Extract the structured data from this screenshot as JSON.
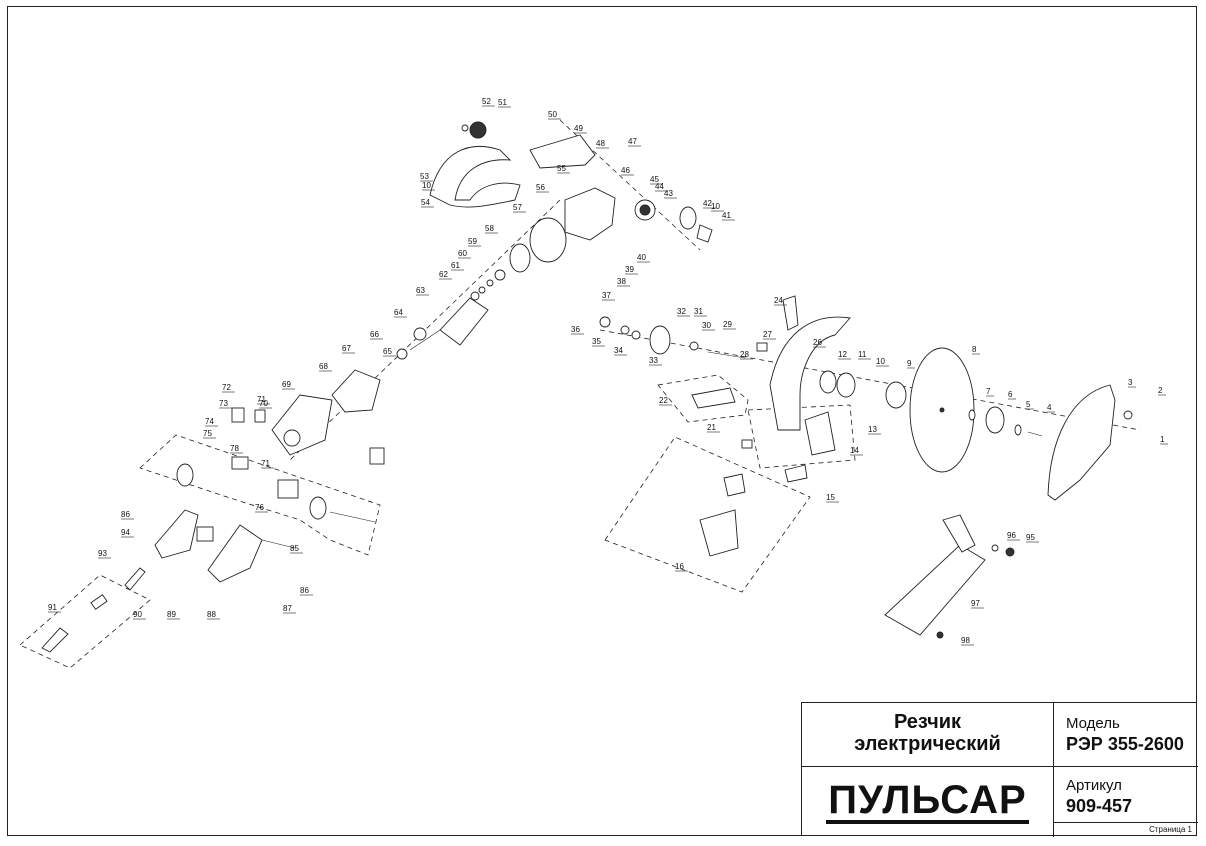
{
  "title_block": {
    "product_name_line1": "Резчик",
    "product_name_line2": "электрический",
    "brand": "ПУЛЬСАР",
    "model_caption": "Модель",
    "model_value": "РЭР 355-2600",
    "article_caption": "Артикул",
    "article_value": "909-457",
    "page": "Страница 1"
  },
  "part_labels": [
    "1",
    "2",
    "3",
    "4",
    "5",
    "6",
    "7",
    "8",
    "9",
    "10",
    "11",
    "12",
    "13",
    "14",
    "15",
    "16",
    "21",
    "22",
    "24",
    "26",
    "27",
    "28",
    "29",
    "30",
    "31",
    "32",
    "33",
    "34",
    "35",
    "36",
    "37",
    "38",
    "39",
    "40",
    "41",
    "42",
    "43",
    "44",
    "45",
    "46",
    "47",
    "48",
    "49",
    "50",
    "51",
    "52",
    "53",
    "10",
    "54",
    "55",
    "56",
    "57",
    "58",
    "59",
    "60",
    "61",
    "62",
    "63",
    "64",
    "65",
    "66",
    "67",
    "68",
    "69",
    "70",
    "71",
    "72",
    "73",
    "74",
    "75",
    "71",
    "78",
    "76",
    "86",
    "94",
    "93",
    "91",
    "90",
    "89",
    "88",
    "87",
    "86",
    "85",
    "95",
    "96",
    "97",
    "98",
    "10"
  ]
}
